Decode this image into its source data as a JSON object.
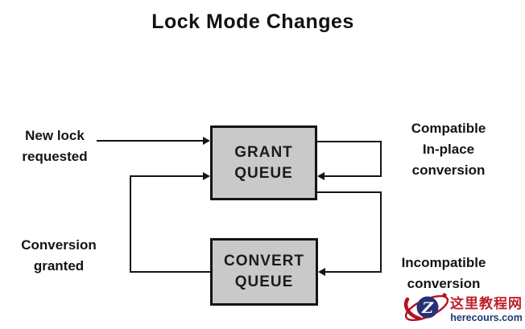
{
  "title": "Lock Mode Changes",
  "nodes": {
    "grant": {
      "line1": "GRANT",
      "line2": "QUEUE"
    },
    "convert": {
      "line1": "CONVERT",
      "line2": "QUEUE"
    }
  },
  "labels": {
    "new_lock": {
      "line1": "New lock",
      "line2": "requested"
    },
    "conversion_granted": {
      "line1": "Conversion",
      "line2": "granted"
    },
    "compatible": {
      "line1": "Compatible",
      "line2": "In-place",
      "line3": "conversion"
    },
    "incompatible": {
      "line1": "Incompatible",
      "line2": "conversion"
    }
  },
  "edges": [
    {
      "from": "new-lock-requested",
      "to": "grant-queue",
      "label": "New lock requested"
    },
    {
      "from": "convert-queue",
      "to": "grant-queue",
      "label": "Conversion granted"
    },
    {
      "from": "grant-queue",
      "to": "grant-queue",
      "label": "Compatible In-place conversion"
    },
    {
      "from": "grant-queue",
      "to": "convert-queue",
      "label": "Incompatible conversion"
    }
  ],
  "watermark": {
    "logo_letter": "Z",
    "site_name": "这里教程网",
    "site_url": "herecours.com"
  },
  "colors": {
    "box_fill": "#c9c9c9",
    "line": "#141414",
    "watermark_red": "#c01f2a",
    "watermark_navy": "#1c3a74",
    "logo_circle_navy": "#2a3076"
  }
}
